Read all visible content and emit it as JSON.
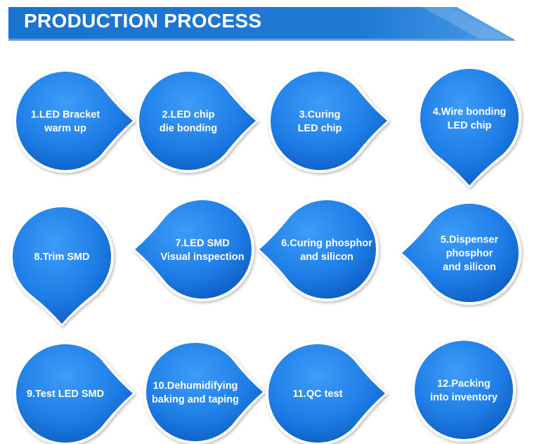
{
  "header": {
    "title": "PRODUCTION PROCESS"
  },
  "colors": {
    "banner": "#1a73cf",
    "node_fill_light": "#2e8ff2",
    "node_fill_dark": "#0d62c4",
    "node_ring": "#ffffff",
    "text": "#ffffff"
  },
  "steps": [
    {
      "lines": [
        "1.LED Bracket",
        "warm up"
      ],
      "pointer": "right"
    },
    {
      "lines": [
        "2.LED chip",
        "die bonding"
      ],
      "pointer": "right"
    },
    {
      "lines": [
        "3.Curing",
        "LED chip"
      ],
      "pointer": "right"
    },
    {
      "lines": [
        "4.Wire bonding",
        "LED chip"
      ],
      "pointer": "down"
    },
    {
      "lines": [
        "5.Dispenser",
        "phosphor",
        "and silicon"
      ],
      "pointer": "left"
    },
    {
      "lines": [
        "6.Curing phosphor",
        "and silicon"
      ],
      "pointer": "left"
    },
    {
      "lines": [
        "7.LED SMD",
        "Visual inspection"
      ],
      "pointer": "left"
    },
    {
      "lines": [
        "8.Trim SMD"
      ],
      "pointer": "down"
    },
    {
      "lines": [
        "9.Test LED SMD"
      ],
      "pointer": "right"
    },
    {
      "lines": [
        "10.Dehumidifying",
        "baking and taping"
      ],
      "pointer": "right"
    },
    {
      "lines": [
        "11.QC test"
      ],
      "pointer": "right"
    },
    {
      "lines": [
        "12.Packing",
        "into inventory"
      ],
      "pointer": "none"
    }
  ]
}
